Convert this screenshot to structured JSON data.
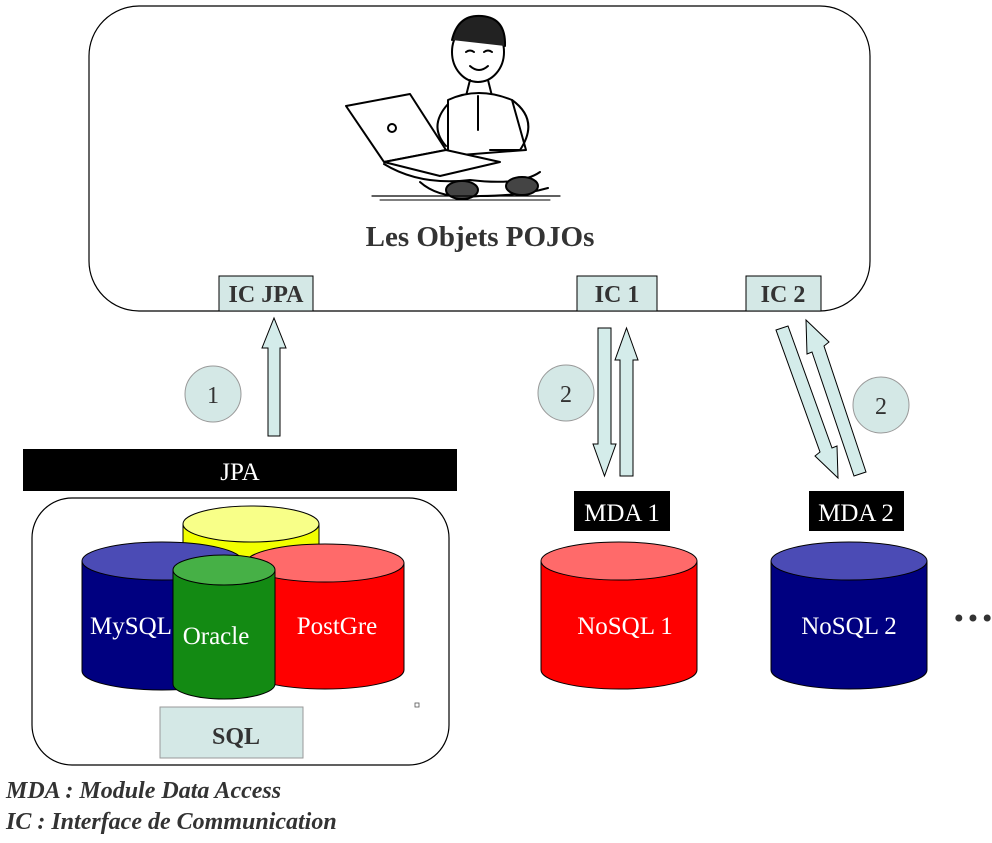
{
  "top_box": {
    "title": "Les Objets POJOs",
    "illustration": "boy-with-laptop-drawing",
    "interfaces": [
      "IC JPA",
      "IC 1",
      "IC 2"
    ]
  },
  "steps": [
    "1",
    "2",
    "2"
  ],
  "jpa_bar": {
    "label": "JPA"
  },
  "sql_group": {
    "databases": [
      "MySQL",
      "Oracle",
      "PostGre"
    ],
    "label": "SQL"
  },
  "mda": [
    "MDA 1",
    "MDA 2"
  ],
  "nosql": [
    "NoSQL 1",
    "NoSQL 2"
  ],
  "ellipsis": "•••",
  "legend": {
    "mda": "MDA : Module Data Access",
    "ic": "IC : Interface de Communication"
  },
  "colors": {
    "interface_fill": "#d4e8e6",
    "arrow_fill": "#d4ecea",
    "step_circle": "#d4e8e6",
    "mysql": "#000080",
    "mysql_top": "#4b4bb5",
    "oracle": "#138a13",
    "oracle_top": "#46b046",
    "postgre": "#ff0000",
    "postgre_top": "#ff6a6a",
    "yellow_db": "#f2ff00",
    "nosql1": "#ff0000",
    "nosql1_top": "#ff6a6a",
    "nosql2": "#000080",
    "nosql2_top": "#4b4bb5"
  }
}
